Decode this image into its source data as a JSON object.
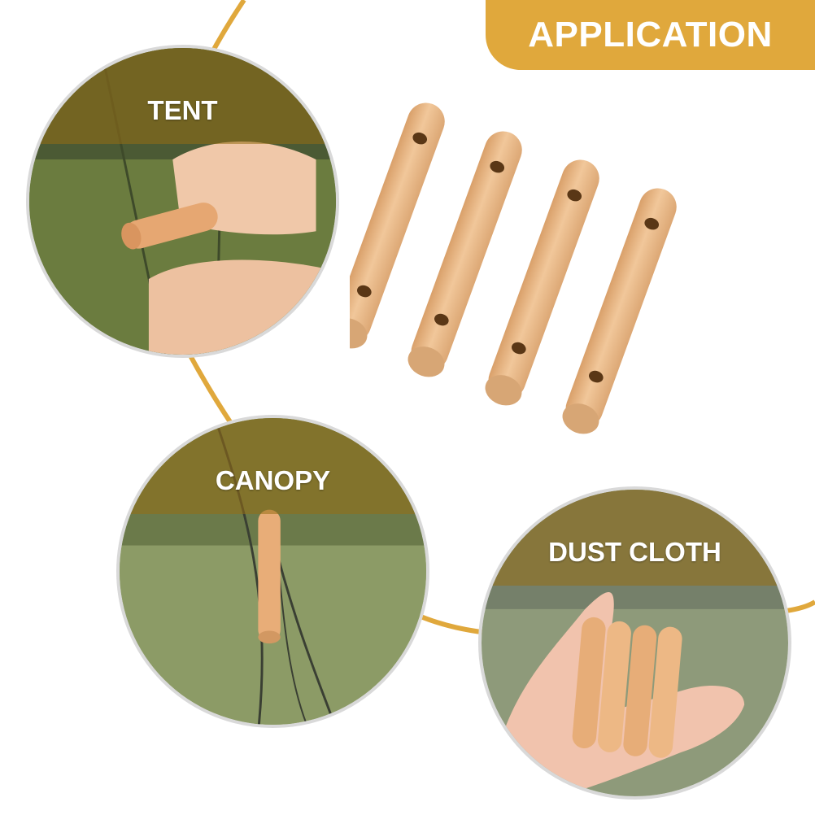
{
  "banner": {
    "title": "APPLICATION"
  },
  "applications": [
    {
      "label": "TENT"
    },
    {
      "label": "CANOPY"
    },
    {
      "label": "DUST CLOTH"
    }
  ],
  "colors": {
    "accent": "#e0a83c",
    "band": "#966e14",
    "wood": "#e9b98a",
    "wood_end": "#d9a877",
    "grass": "#5e6b33"
  },
  "product": {
    "pieces": 4,
    "holes_per_piece": 2
  }
}
